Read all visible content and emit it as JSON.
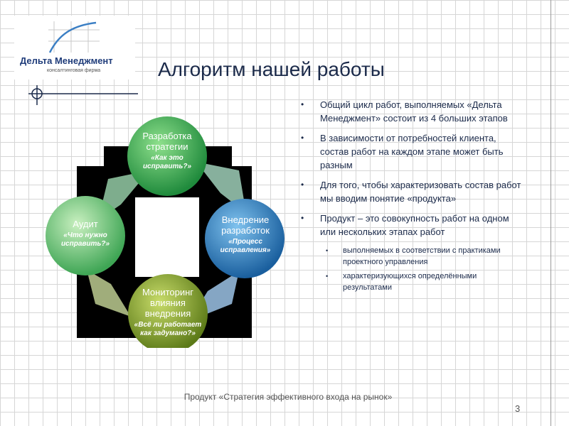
{
  "logo": {
    "company_name": "Дельта Менеджмент",
    "tagline": "консалтинговая фирма"
  },
  "slide": {
    "title": "Алгоритм нашей работы",
    "page_number": "3"
  },
  "diagram": {
    "nodes": [
      {
        "title": "Разработка стратегии",
        "question": "«Как это исправить?»",
        "color": "#3fae5c"
      },
      {
        "title": "Внедрение разработок",
        "question": "«Процесс исправления»",
        "color": "#2f7fc1"
      },
      {
        "title": "Мониторинг влияния внедрения",
        "question": "«Всё ли работает как задумано?»",
        "color": "#8aa832"
      },
      {
        "title": "Аудит",
        "question": "«Что нужно исправить?»",
        "color": "#6cc46a"
      }
    ]
  },
  "bullets": [
    {
      "text": "Общий цикл работ, выполняемых «Дельта Менеджмент» состоит из 4 больших этапов"
    },
    {
      "text": "В зависимости от потребностей клиента, состав работ на каждом этапе может быть разным"
    },
    {
      "text": "Для того, чтобы характеризовать состав работ мы вводим понятие «продукта»"
    },
    {
      "text": "Продукт – это совокупность работ на одном или нескольких этапах работ"
    }
  ],
  "sub_bullets": [
    {
      "text": "выполняемых в соответствии с практиками проектного управления"
    },
    {
      "text": "характеризующихся определёнными результатами"
    }
  ],
  "footer": {
    "text": "Продукт «Стратегия эффективного входа на рынок»"
  },
  "colors": {
    "title": "#1b2a4a",
    "logo_blue": "#1f3c7a",
    "grid": "#d6d6d6"
  }
}
